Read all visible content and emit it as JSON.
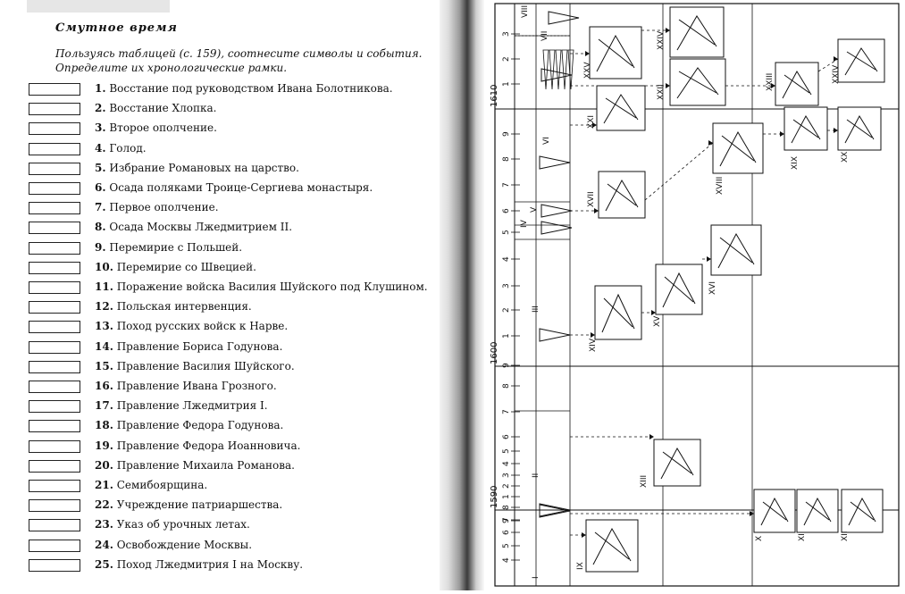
{
  "page": {
    "title": "Смутное время",
    "instruction_line1": "Пользуясь таблицей (с. 159), соотнесите символы и события.",
    "instruction_line2": "Определите их хронологические рамки."
  },
  "events": [
    {
      "num": "1.",
      "text": "Восстание под руководством Ивана Болотникова."
    },
    {
      "num": "2.",
      "text": "Восстание Хлопка."
    },
    {
      "num": "3.",
      "text": "Второе ополчение."
    },
    {
      "num": "4.",
      "text": "Голод."
    },
    {
      "num": "5.",
      "text": "Избрание Романовых на царство."
    },
    {
      "num": "6.",
      "text": "Осада поляками Троице-Сергиева монастыря."
    },
    {
      "num": "7.",
      "text": "Первое ополчение."
    },
    {
      "num": "8.",
      "text": "Осада Москвы Лжедмитрием II."
    },
    {
      "num": "9.",
      "text": "Перемирие с Польшей."
    },
    {
      "num": "10.",
      "text": "Перемирие со Швецией."
    },
    {
      "num": "11.",
      "text": "Поражение войска Василия Шуйского под Клушином."
    },
    {
      "num": "12.",
      "text": "Польская интервенция."
    },
    {
      "num": "13.",
      "text": "Поход русских войск к Нарве."
    },
    {
      "num": "14.",
      "text": "Правление Бориса Годунова."
    },
    {
      "num": "15.",
      "text": "Правление Василия Шуйского."
    },
    {
      "num": "16.",
      "text": "Правление Ивана Грозного."
    },
    {
      "num": "17.",
      "text": "Правление Лжедмитрия I."
    },
    {
      "num": "18.",
      "text": "Правление Федора Годунова."
    },
    {
      "num": "19.",
      "text": "Правление Федора Иоанновича."
    },
    {
      "num": "20.",
      "text": "Правление Михаила Романова."
    },
    {
      "num": "21.",
      "text": "Семибоярщина."
    },
    {
      "num": "22.",
      "text": "Учреждение патриаршества."
    },
    {
      "num": "23.",
      "text": "Указ об урочных летах."
    },
    {
      "num": "24.",
      "text": "Освобождение Москвы."
    },
    {
      "num": "25.",
      "text": "Поход Лжедмитрия I на Москву."
    }
  ],
  "timeline": {
    "year_labels": [
      "1590",
      "1600",
      "1610"
    ],
    "tick_labels": [
      "4",
      "5",
      "6",
      "7",
      "8",
      "9",
      "1",
      "2",
      "3",
      "4",
      "5",
      "6",
      "7",
      "8",
      "9",
      "1",
      "2",
      "3",
      "4",
      "5",
      "6",
      "7",
      "8",
      "9",
      "1",
      "2",
      "3"
    ],
    "reign_roman": [
      "I",
      "II",
      "III",
      "IV",
      "V",
      "VI",
      "VII",
      "VIII"
    ],
    "event_roman": [
      "IX",
      "X",
      "XI",
      "XII",
      "XIII",
      "XIV",
      "XV",
      "XVI",
      "XVII",
      "XVIII",
      "XIX",
      "XX",
      "XXI",
      "XXII",
      "XXIII",
      "XXIV",
      "XXV",
      "XXIV"
    ]
  }
}
